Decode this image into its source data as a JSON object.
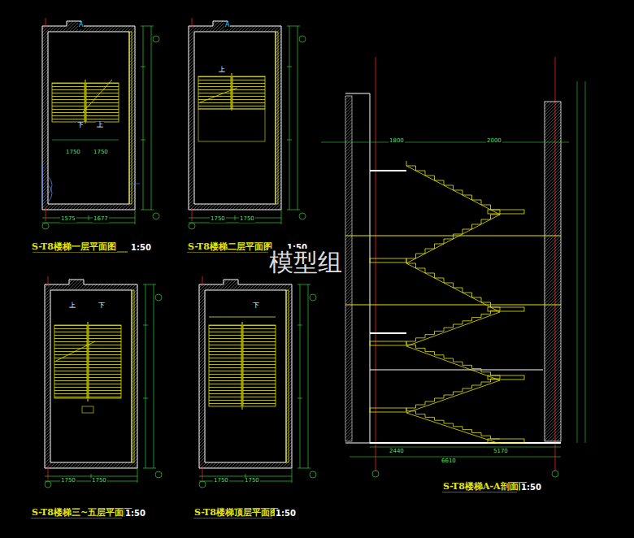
{
  "diagram": {
    "labels": [
      "S-T8楼梯一层平面图",
      "1:50",
      "S-T8楼梯二层平面图",
      "1:50",
      "S-T8楼梯三~五层平面图",
      "1:50",
      "S-T8楼梯顶层平面图",
      "1:50",
      "S-T8楼梯A-A剖面图",
      "1:50",
      "模型组",
      "上",
      "下",
      "1750",
      "1750",
      "1575",
      "1677",
      "上",
      "1750",
      "1750",
      "上",
      "下",
      "1750",
      "1750",
      "下",
      "1750",
      "1750",
      "1800",
      "2000",
      "2440",
      "5170",
      "6610",
      "A",
      "A"
    ]
  }
}
